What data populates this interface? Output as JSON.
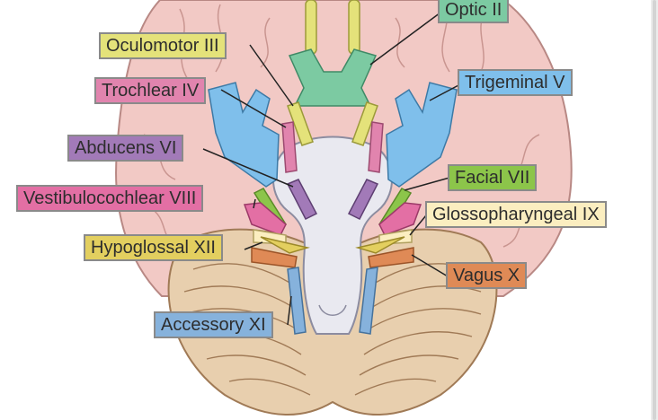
{
  "labels": {
    "optic": "Optic II",
    "oculomotor": "Oculomotor III",
    "trochlear": "Trochlear IV",
    "trigeminal": "Trigeminal V",
    "abducens": "Abducens VI",
    "facial": "Facial VII",
    "vestibulocochlear": "Vestibulocochlear VIII",
    "glossopharyngeal": "Glossopharyngeal IX",
    "vagus": "Vagus X",
    "accessory": "Accessory XI",
    "hypoglossal": "Hypoglossal XII"
  },
  "colors": {
    "brain": "#f2c9c5",
    "brain_outline": "#b88884",
    "cerebellum": "#e8cfae",
    "cerebellum_line": "#a07a56",
    "brainstem": "#e9e9f0",
    "olfactory": "#e4e27a",
    "optic": "#7ccaa2",
    "oculomotor": "#e4e27a",
    "trochlear": "#e184ae",
    "trigeminal": "#7fbfeb",
    "abducens": "#a27ab8",
    "facial": "#8cc54a",
    "vestibulocochlear": "#e36fa4",
    "glossopharyngeal": "#fbeec0",
    "vagus": "#df8a56",
    "accessory": "#86b2dc",
    "hypoglossal": "#e3cf5f"
  }
}
